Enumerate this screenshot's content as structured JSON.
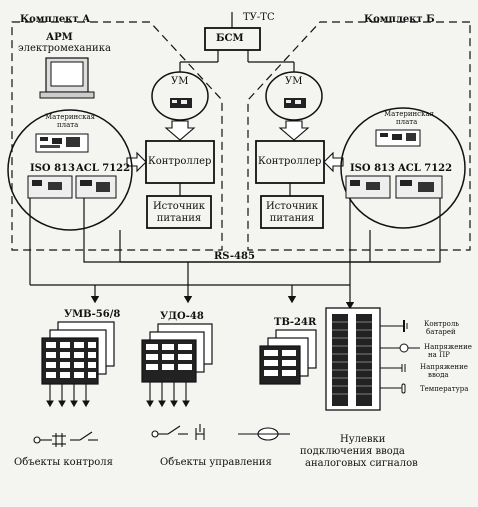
{
  "kit_a": "Комплект А",
  "kit_b": "Комплект Б",
  "tu_ts": "ТУ-ТС",
  "bsm": "БСМ",
  "arm_line1": "АРМ",
  "arm_line2": "электромеханика",
  "um_left": "УМ",
  "um_right": "УМ",
  "mother_left_1": "Материнская",
  "mother_left_2": "плата",
  "mother_right_1": "Материнская",
  "mother_right_2": "плата",
  "iso_left": "ISO 813",
  "acl_left": "ACL 7122",
  "iso_right": "ISO 813",
  "acl_right": "ACL 7122",
  "controller_left": "Контроллер",
  "controller_right": "Контроллер",
  "power_left_1": "Источник",
  "power_left_2": "питания",
  "power_right_1": "Источник",
  "power_right_2": "питания",
  "rs485": "RS-485",
  "umv": "УМВ-56/8",
  "udo": "УДО-48",
  "tv": "ТВ-24R",
  "legend_battery_1": "Контроль",
  "legend_battery_2": "батарей",
  "legend_voltage_pr_1": "Напряжение",
  "legend_voltage_pr_2": "на ПР",
  "legend_voltage_in_1": "Напряжение",
  "legend_voltage_in_2": "ввода",
  "legend_temp": "Температура",
  "objects_control": "Объекты контроля",
  "objects_manage": "Объекты управления",
  "nulevki_1": "Нулевки",
  "nulevki_2": "подключения ввода",
  "nulevki_3": "аналоговых сигналов"
}
